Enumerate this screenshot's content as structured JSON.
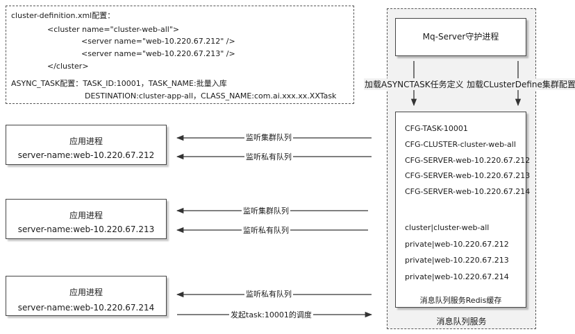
{
  "config": {
    "title": "cluster-definition.xml配置：",
    "cluster_open": "<cluster name=\"cluster-web-all\">",
    "server_1": "<server name=\"web-10.220.67.212\" />",
    "server_2": "<server name=\"web-10.220.67.213\" />",
    "cluster_close": "</cluster>",
    "async_line_1": "ASYNC_TASK配置：TASK_ID:10001，TASK_NAME:批量入库",
    "async_line_2": "DESTINATION:cluster-app-all，CLASS_NAME:com.ai.xxx.xx.XXTask"
  },
  "apps": [
    {
      "title": "应用进程",
      "server": "server-name:web-10.220.67.212"
    },
    {
      "title": "应用进程",
      "server": "server-name:web-10.220.67.213"
    },
    {
      "title": "应用进程",
      "server": "server-name:web-10.220.67.214"
    }
  ],
  "arrows": {
    "listen_cluster": "监听集群队列",
    "listen_private": "监听私有队列",
    "dispatch": "发起task:10001的调度"
  },
  "mq": {
    "daemon": "Mq-Server守护进程",
    "load_task": "加载ASYNCTASK任务定义",
    "load_cluster": "加载CLusterDefine集群配置",
    "keys": [
      "CFG-TASK-10001",
      "CFG-CLUSTER-cluster-web-all",
      "CFG-SERVER-web-10.220.67.212",
      "CFG-SERVER-web-10.220.67.213",
      "CFG-SERVER-web-10.220.67.214"
    ],
    "queues": [
      "cluster|cluster-web-all",
      "private|web-10.220.67.212",
      "private|web-10.220.67.213",
      "private|web-10.220.67.214"
    ],
    "redis_label": "消息队列服务Redis缓存",
    "service_label": "消息队列服务"
  }
}
